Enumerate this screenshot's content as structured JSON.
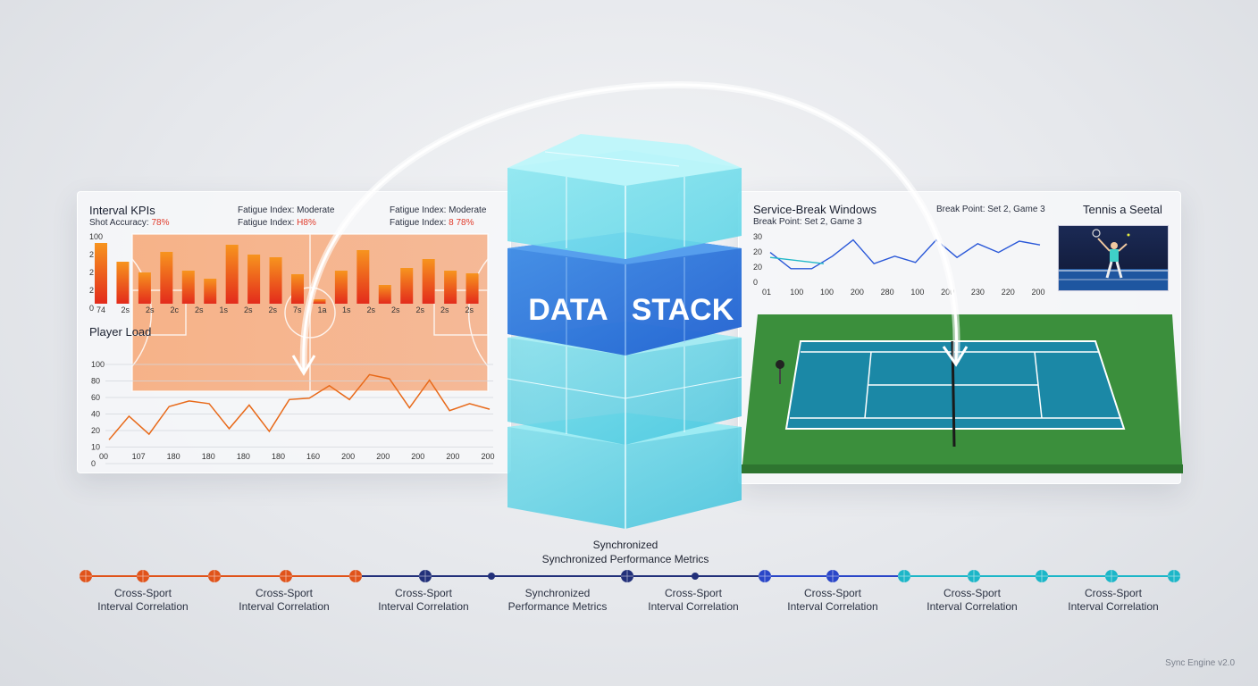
{
  "left_panel": {
    "title": "Interval KPIs",
    "shot_accuracy_label": "Shot Accuracy:",
    "shot_accuracy_value": "78%",
    "fatigue1_label": "Fatigue Index: Moderate",
    "fatigue1_value_label": "Fatigue Index:",
    "fatigue1_value": "H8%",
    "fatigue2_label": "Fatigue Index: Moderate",
    "fatigue2_value_label": "Fatigue Index:",
    "fatigue2_value": "8 78%",
    "bar_y_ticks": [
      "100",
      "2",
      "2",
      "2",
      "0"
    ],
    "bar_x_labels": [
      "74",
      "2s",
      "2s",
      "2c",
      "2s",
      "1s",
      "2s",
      "2s",
      "7s",
      "1a",
      "1s",
      "2s",
      "2s",
      "2s",
      "2s",
      "2s"
    ],
    "bar_values": [
      68,
      47,
      35,
      58,
      37,
      28,
      66,
      55,
      52,
      33,
      5,
      37,
      60,
      21,
      40,
      50,
      37,
      34
    ],
    "player_load_title": "Player Load",
    "line_y_ticks": [
      "100",
      "80",
      "60",
      "40",
      "20",
      "10",
      "0"
    ],
    "line_x_labels": [
      "00",
      "107",
      "180",
      "180",
      "180",
      "180",
      "160",
      "200",
      "200",
      "200",
      "200",
      "200"
    ],
    "line_values": [
      5,
      22,
      9,
      29,
      33,
      31,
      13,
      30,
      11,
      34,
      35,
      44,
      34,
      52,
      49,
      28,
      48,
      26,
      31,
      27
    ]
  },
  "right_panel": {
    "title": "Service-Break Windows",
    "subtitle": "Break Point: Set 2, Game 3",
    "top_right_label": "Break Point: Set 2, Game 3",
    "photo_title": "Tennis a Seetal",
    "y_ticks": [
      "30",
      "20",
      "20",
      "0"
    ],
    "x_labels": [
      "01",
      "100",
      "100",
      "200",
      "280",
      "100",
      "200",
      "230",
      "220",
      "200"
    ],
    "series_blue": [
      21,
      8,
      8,
      18,
      31,
      12,
      18,
      13,
      31,
      17,
      28,
      21,
      30,
      27
    ],
    "series_teal": [
      17,
      12
    ]
  },
  "center": {
    "stack_word1": "DATA",
    "stack_word2": "STACK",
    "title_line1": "Synchronized",
    "title_line2": "Synchronized Performance Metrics"
  },
  "timeline": {
    "labels": [
      [
        "Cross-Sport",
        "Interval Correlation"
      ],
      [
        "Cross-Sport",
        "Interval Correlation"
      ],
      [
        "Cross-Sport",
        "Interval Correlation"
      ],
      [
        "Synchronized",
        "Performance Metrics"
      ],
      [
        "Cross-Sport",
        "Interval Correlation"
      ],
      [
        "Cross-Sport",
        "Interval Correlation"
      ],
      [
        "Cross-Sport",
        "Interval Correlation"
      ],
      [
        "Cross-Sport",
        "Interval Correlation"
      ]
    ],
    "colors": {
      "orange": "#e0531a",
      "navy": "#22307a",
      "blue": "#2a46c8",
      "teal": "#1cb6c8"
    }
  },
  "footer": "Sync Engine v2.0"
}
